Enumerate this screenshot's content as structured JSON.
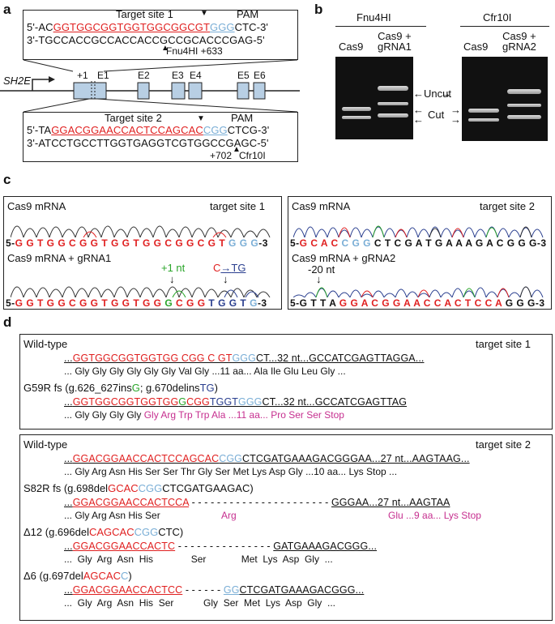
{
  "panels": {
    "a": "a",
    "b": "b",
    "c": "c",
    "d": "d"
  },
  "a": {
    "site1_label": "Target site 1",
    "pam1_label": "PAM",
    "site1_top_pre": "5'-AC",
    "site1_top_target": "GGTGGCGGTGGTGGCGGCGT",
    "site1_top_pam": "GGG",
    "site1_top_post": "CTC-3'",
    "site1_bottom": "3'-TGCCACCGCCACCACCGCCGCACCCGAG-5'",
    "site1_enzyme": "Fnu4HI +633",
    "gene": "SH2E",
    "plus1": "+1",
    "exons": [
      "E1",
      "E2",
      "E3",
      "E4",
      "E5",
      "E6"
    ],
    "site2_label": "Target site 2",
    "pam2_label": "PAM",
    "site2_top_pre": "5'-TA",
    "site2_top_target": "GGACGGAACCACTCCAGCAC",
    "site2_top_pam": "CGG",
    "site2_top_post": "CTCG-3'",
    "site2_bottom": "3'-ATCCTGCCTTGGTGAGGTCGTGGCCGAGC-5'",
    "site2_pos": "+702",
    "site2_enzyme": "Cfr10I"
  },
  "b": {
    "enzyme1": "Fnu4HI",
    "enzyme2": "Cfr10I",
    "lane_cas9": "Cas9",
    "lane_grna1_l1": "Cas9 +",
    "lane_grna1_l2": "gRNA1",
    "lane_grna2_l1": "Cas9 +",
    "lane_grna2_l2": "gRNA2",
    "uncut": "Uncut",
    "cut": "Cut"
  },
  "c": {
    "left_title": "Cas9 mRNA",
    "left_site": "target site 1",
    "left_seq1_pre": "5-",
    "left_seq1_red": "G G T G G C G G T G G T G G C G G C G T",
    "left_seq1_blue": "G G G",
    "left_seq1_post": "-3",
    "left_title2": "Cas9 mRNA + gRNA1",
    "left_ins": "+1 nt",
    "left_sub_c": "C",
    "left_sub_arrow": "→",
    "left_sub_tg": "TG",
    "left_seq2_pre": "5-",
    "left_seq2_red1": "G G T G G C G G T G G T G G",
    "left_seq2_green": "G",
    "left_seq2_red2": "C G G",
    "left_seq2_navy": "T G G T",
    "left_seq2_blue": "G",
    "left_seq2_post": "-3",
    "right_title": "Cas9 mRNA",
    "right_site": "target site 2",
    "right_seq1_pre": "5-",
    "right_seq1_red": "G C A C",
    "right_seq1_blue": "C G G",
    "right_seq1_black": "C T C G A T G A A A G A C G G G",
    "right_seq1_post": "-3",
    "right_title2": "Cas9 mRNA + gRNA2",
    "right_del": "-20 nt",
    "right_seq2_pre": "5-",
    "right_seq2_black1": "G T T A",
    "right_seq2_red": "G G A C G G A A C C A C T C C A",
    "right_seq2_black2": "G G G",
    "right_seq2_post": "-3"
  },
  "d1": {
    "wt": "Wild-type",
    "site": "target site 1",
    "wt_seq_pre": "...",
    "wt_seq_red": "GGTGGCGGTGGTGG  CGG C GT",
    "wt_seq_blue": "GGG",
    "wt_seq_post": "CT...32  nt...GCCATCGAGTTAGGA...",
    "wt_aa": "...  Gly  Gly  Gly  Gly  Gly  Gly  Val  Gly  ...11 aa...   Ala   Ile   Glu  Leu  Gly  ...",
    "mut_label_pre": "G59R fs (g.626_627ins",
    "mut_label_g": "G",
    "mut_label_mid": "; g.670delins",
    "mut_label_tg": "TG",
    "mut_label_post": ")",
    "mut_seq_pre": "...",
    "mut_seq_red1": "GGTGGCGGTGGTGG",
    "mut_seq_green": "G",
    "mut_seq_red2": "CGG",
    "mut_seq_navy": "TGGT",
    "mut_seq_blue": "GGG",
    "mut_seq_post": "CT...32  nt...GCCATCGAGTTAG",
    "mut_aa_black": "...  Gly  Gly  Gly  Gly",
    "mut_aa_mag": "Gly  Arg  Trp   Trp  Ala  ...11 aa...   Pro  Ser  Ser  Stop"
  },
  "d2": {
    "wt": "Wild-type",
    "site": "target site 2",
    "wt_seq_pre": "...",
    "wt_seq_red": "GGACGGAACCACTCCAGCAC",
    "wt_seq_blue": "CGG",
    "wt_seq_post": "CTCGATGAAAGACGGGAA...27  nt...AAGTAAG...",
    "wt_aa": "...  Gly  Arg  Asn  His  Ser  Ser  Thr  Gly  Ser  Met  Lys  Asp  Gly    ...10 aa...    Lys  Stop  ...",
    "m1_label_pre": "S82R fs (g.698del",
    "m1_label_red": "GCAC",
    "m1_label_blue": "CGG",
    "m1_label_post": "CTCGATGAAGAC)",
    "m1_seq_pre": "...",
    "m1_seq_red": "GGACGGAACCACTCCA",
    "m1_seq_dash": "- - - - - - - - - - - - - - - - - - - - - -",
    "m1_seq_post": "GGGAA...27  nt...AAGTAA",
    "m1_aa_black": "...  Gly  Arg  Asn  His  Ser",
    "m1_aa_mag1": "Arg",
    "m1_aa_mag2": "Glu  ...9 aa...  Lys  Stop",
    "m2_label_pre": "Δ12 (g.696del",
    "m2_label_red": "CAGCAC",
    "m2_label_blue": "CGG",
    "m2_label_post": "CTC)",
    "m2_seq_pre": "...",
    "m2_seq_red": "GGACGGAACCACTC",
    "m2_seq_dash": "- - - - - - - - - - - - - - -",
    "m2_seq_post": "GATGAAAGACGGG...",
    "m2_aa": "...  Gly  Arg  Asn  His              Ser             Met  Lys  Asp  Gly  ...",
    "m3_label_pre": "Δ6 (g.697del",
    "m3_label_red": "AGCAC",
    "m3_label_blue": "C",
    "m3_label_post": ")",
    "m3_seq_pre": "...",
    "m3_seq_red": "GGACGGAACCACTCC",
    "m3_seq_dash": "- - - - - -",
    "m3_seq_blue": "GG",
    "m3_seq_post": "CTCGATGAAAGACGGG...",
    "m3_aa": "...  Gly  Arg  Asn  His  Ser           Gly  Ser  Met  Lys  Asp  Gly  ..."
  }
}
